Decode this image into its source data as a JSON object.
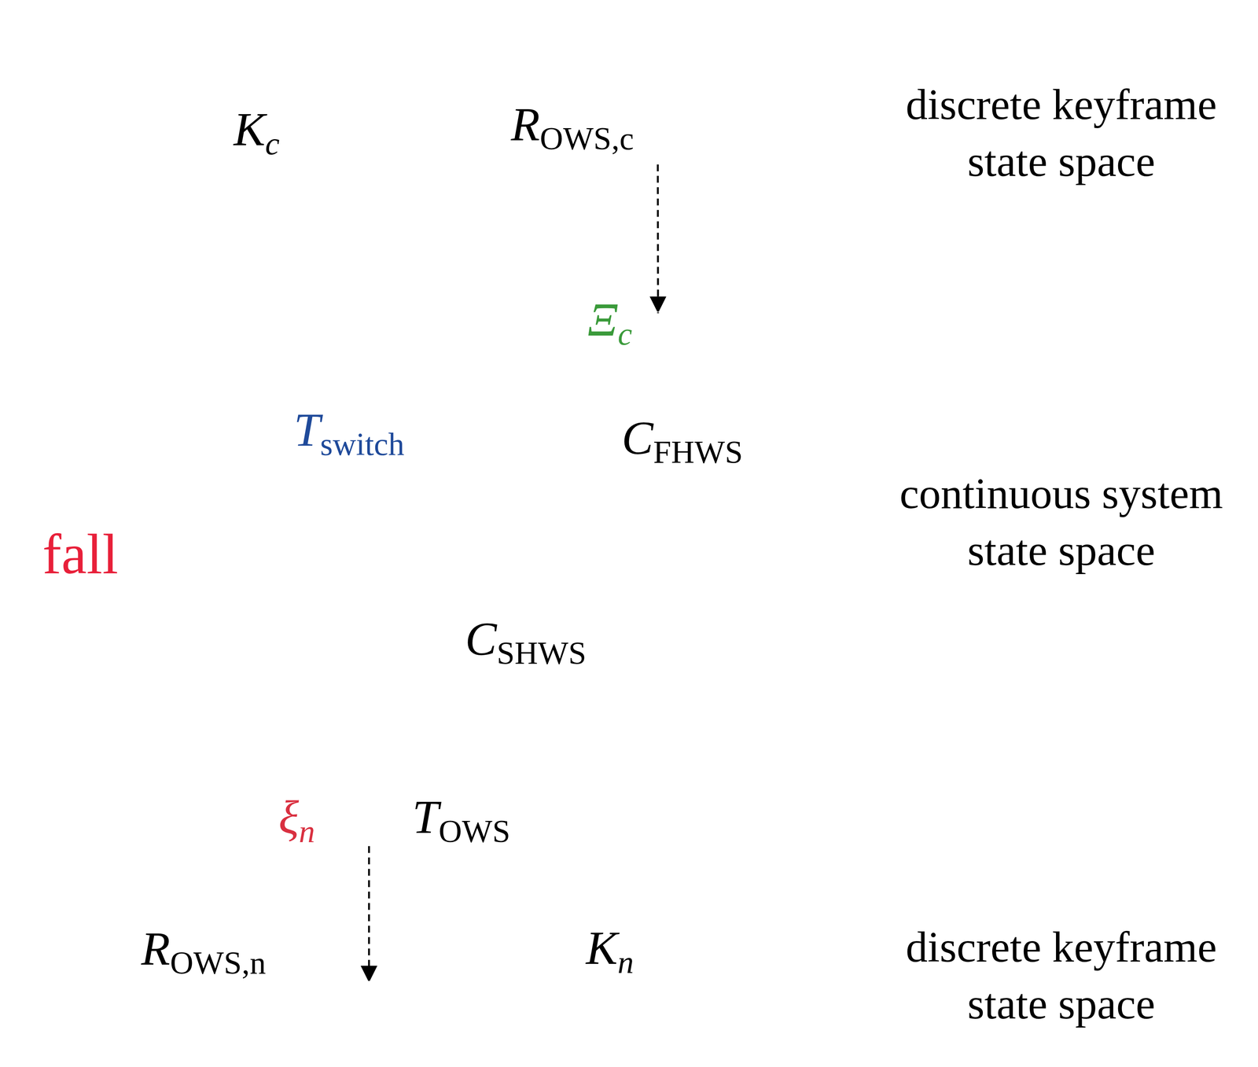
{
  "diagram": {
    "nodes": [
      {
        "text": [
          "Kc"
        ]
      },
      {
        "text": [
          "ROWS,c"
        ],
        "in": 0
      },
      {
        "text": [
          "Ξc",
          "CFHWS"
        ]
      },
      {
        "text": [
          "Tswitch"
        ]
      },
      {
        "text": [
          "CSHWS"
        ]
      },
      {
        "text": [
          "ξn",
          "TOWS"
        ]
      },
      {
        "text": [
          "Kn"
        ]
      },
      {
        "text": [
          "ROWS,n"
        ],
        "in": 6
      }
    ],
    "edges": [
      {
        "from": 1,
        "to": 2,
        "arrow": "to"
      },
      {
        "from": 5,
        "to": 7,
        "arrow": "to"
      }
    ],
    "labels": [
      "discrete keyframe state space",
      "fall",
      "continuous system state space",
      "discrete keyframe state space"
    ]
  }
}
